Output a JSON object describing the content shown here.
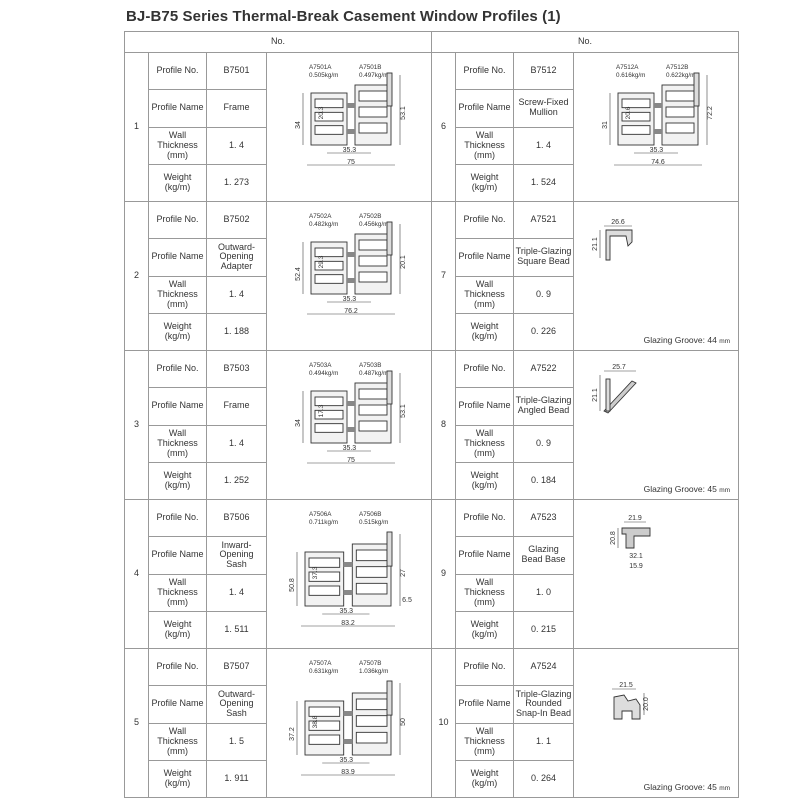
{
  "title": "BJ-B75 Series Thermal-Break Casement Window Profiles (1)",
  "headers": {
    "no": "No."
  },
  "labels": {
    "profile_no": "Profile No.",
    "profile_name": "Profile Name",
    "wall_thickness": "Wall Thickness\n(mm)",
    "weight": "Weight\n(kg/m)"
  },
  "left": [
    {
      "no": "1",
      "profile_no": "B7501",
      "name": "Frame",
      "wall": "1. 4",
      "weight": "1. 273",
      "parts": [
        "A7501A\n0.505kg/m",
        "A7501B\n0.497kg/m"
      ],
      "dims": [
        "34",
        "20.3",
        "53.1",
        "35.3",
        "75"
      ]
    },
    {
      "no": "2",
      "profile_no": "B7502",
      "name": "Outward-\nOpening\nAdapter",
      "wall": "1. 4",
      "weight": "1. 188",
      "parts": [
        "A7502A\n0.482kg/m",
        "A7502B\n0.456kg/m"
      ],
      "dims": [
        "52.4",
        "29.3",
        "20.1",
        "35.3",
        "76.2"
      ]
    },
    {
      "no": "3",
      "profile_no": "B7503",
      "name": "Frame",
      "wall": "1. 4",
      "weight": "1. 252",
      "parts": [
        "A7503A\n0.494kg/m",
        "A7503B\n0.487kg/m"
      ],
      "dims": [
        "34",
        "17.3",
        "53.1",
        "35.3",
        "75"
      ]
    },
    {
      "no": "4",
      "profile_no": "B7506",
      "name": "Inward-\nOpening\nSash",
      "wall": "1. 4",
      "weight": "1. 511",
      "parts": [
        "A7506A\n0.711kg/m",
        "A7506B\n0.515kg/m"
      ],
      "dims": [
        "50.8",
        "37.3",
        "27",
        "6.5",
        "35.3",
        "83.2"
      ]
    },
    {
      "no": "5",
      "profile_no": "B7507",
      "name": "Outward-\nOpening\nSash",
      "wall": "1. 5",
      "weight": "1. 911",
      "parts": [
        "A7507A\n0.631kg/m",
        "A7507B\n1.036kg/m"
      ],
      "dims": [
        "37.2",
        "38.8",
        "50",
        "35.3",
        "83.9"
      ]
    }
  ],
  "right": [
    {
      "no": "6",
      "profile_no": "B7512",
      "name": "Screw-Fixed\nMullion",
      "wall": "1. 4",
      "weight": "1. 524",
      "parts": [
        "A7512A\n0.616kg/m",
        "A7512B\n0.622kg/m"
      ],
      "dims": [
        "31",
        "20.6",
        "72.2",
        "35.3",
        "74.6"
      ],
      "groove": ""
    },
    {
      "no": "7",
      "profile_no": "A7521",
      "name": "Triple-Glazing\nSquare Bead",
      "wall": "0. 9",
      "weight": "0. 226",
      "parts": [],
      "dims": [
        "26.6",
        "21.1"
      ],
      "groove": "Glazing Groove: 44",
      "unit": "mm"
    },
    {
      "no": "8",
      "profile_no": "A7522",
      "name": "Triple-Glazing\nAngled Bead",
      "wall": "0. 9",
      "weight": "0. 184",
      "parts": [],
      "dims": [
        "25.7",
        "21.1"
      ],
      "groove": "Glazing Groove: 45",
      "unit": "mm"
    },
    {
      "no": "9",
      "profile_no": "A7523",
      "name": "Glazing\nBead Base",
      "wall": "1. 0",
      "weight": "0. 215",
      "parts": [],
      "dims": [
        "21.9",
        "20.8",
        "32.1",
        "15.9"
      ],
      "groove": ""
    },
    {
      "no": "10",
      "profile_no": "A7524",
      "name": "Triple-Glazing\nRounded\nSnap-In Bead",
      "wall": "1. 1",
      "weight": "0. 264",
      "parts": [],
      "dims": [
        "21.5",
        "20.0"
      ],
      "groove": "Glazing Groove: 45",
      "unit": "mm"
    }
  ]
}
